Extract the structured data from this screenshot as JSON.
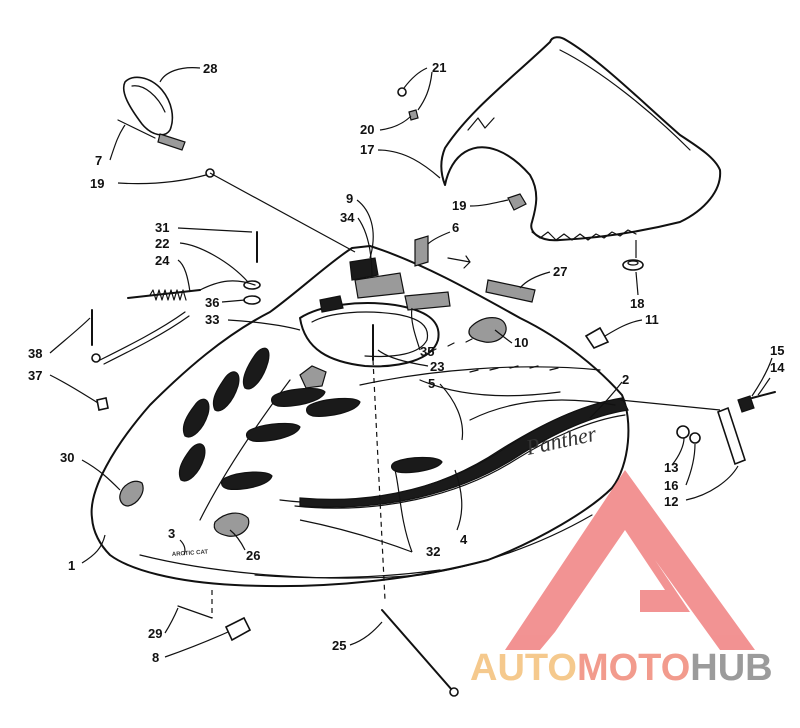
{
  "callouts": {
    "c1": "1",
    "c2": "2",
    "c3": "3",
    "c4": "4",
    "c5": "5",
    "c6": "6",
    "c7": "7",
    "c8": "8",
    "c9": "9",
    "c10": "10",
    "c11": "11",
    "c12": "12",
    "c13": "13",
    "c14": "14",
    "c15": "15",
    "c16": "16",
    "c17": "17",
    "c18": "18",
    "c19a": "19",
    "c19b": "19",
    "c20": "20",
    "c21": "21",
    "c22": "22",
    "c23": "23",
    "c24": "24",
    "c25": "25",
    "c26": "26",
    "c27": "27",
    "c28": "28",
    "c29": "29",
    "c30": "30",
    "c31": "31",
    "c32": "32",
    "c33": "33",
    "c34": "34",
    "c35": "35",
    "c36": "36",
    "c37": "37",
    "c38": "38"
  },
  "decals": {
    "side_script": "Panther",
    "front_badge": "ARCTIC CAT"
  },
  "watermark": {
    "part1": "AUTO",
    "part2": "MOTO",
    "part3": "HUB",
    "color_auto": "#f4c07a",
    "color_moto": "#f08a7a",
    "color_hub": "#8a8a8a",
    "color_logo": "#f08080"
  }
}
